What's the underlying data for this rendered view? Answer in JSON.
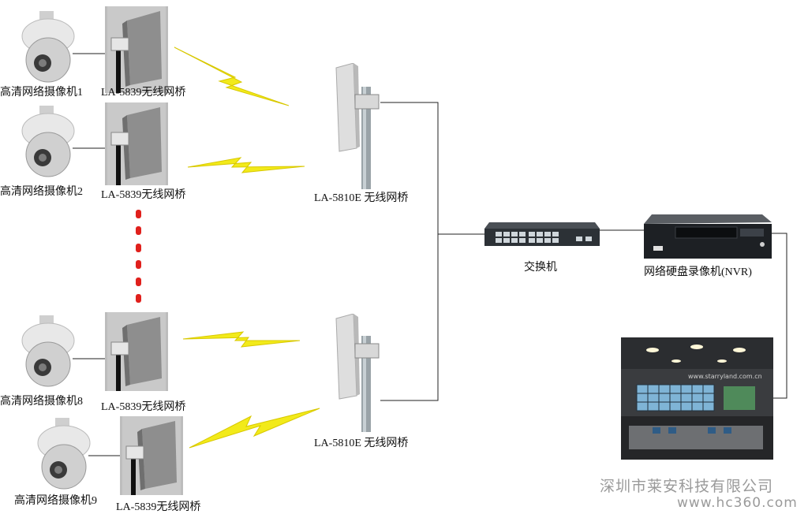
{
  "cameras": [
    {
      "label": "高清网络摄像机1",
      "bridge_label": "LA-5839无线网桥"
    },
    {
      "label": "高清网络摄像机2",
      "bridge_label": "LA-5839无线网桥"
    },
    {
      "label": "高清网络摄像机8",
      "bridge_label": "LA-5839无线网桥"
    },
    {
      "label": "高清网络摄像机9",
      "bridge_label": "LA-5839无线网桥"
    }
  ],
  "base_stations": [
    {
      "label": "LA-5810E 无线网桥"
    },
    {
      "label": "LA-5810E 无线网桥"
    }
  ],
  "switch": {
    "label": "交换机"
  },
  "nvr": {
    "label": "网络硬盘录像机(NVR)"
  },
  "monitor_room": {
    "screen_text": "www.starryland.com.cn"
  },
  "watermark": {
    "company": "深圳市莱安科技有限公司",
    "site": "www.hc360.com"
  },
  "colors": {
    "lightning": "#f2ea1a",
    "dots": "#e0201c",
    "line": "#222222"
  }
}
